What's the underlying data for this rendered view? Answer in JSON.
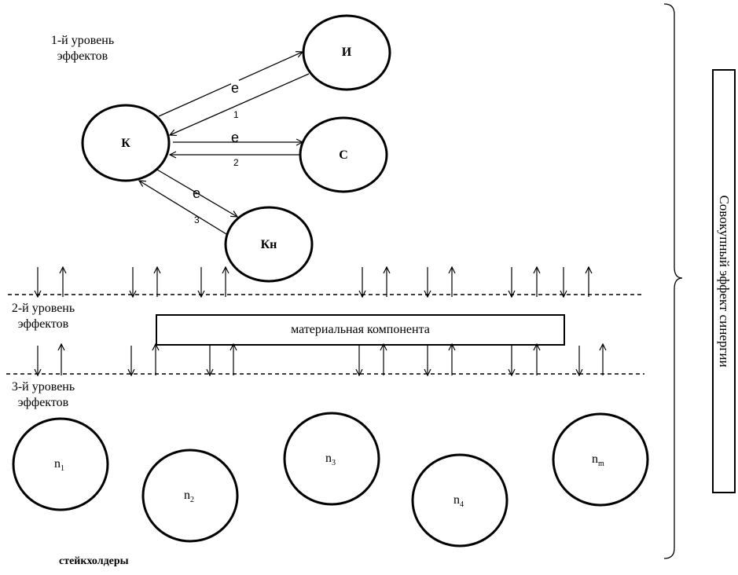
{
  "levels": {
    "level1": [
      "1-й уровень",
      "эффектов"
    ],
    "level2": [
      "2-й уровень",
      "эффектов"
    ],
    "level3": [
      "3-й уровень",
      "эффектов"
    ]
  },
  "nodes": {
    "k": "К",
    "i": "И",
    "s": "С",
    "kn": "Кн"
  },
  "edges": [
    {
      "letter": "e",
      "index": "1"
    },
    {
      "letter": "e",
      "index": "2"
    },
    {
      "letter": "e",
      "index": "3"
    }
  ],
  "material_component": "материальная компонента",
  "stakeholders": [
    {
      "base": "n",
      "sub": "1"
    },
    {
      "base": "n",
      "sub": "2"
    },
    {
      "base": "n",
      "sub": "3"
    },
    {
      "base": "n",
      "sub": "4"
    },
    {
      "base": "n",
      "sub": "m"
    }
  ],
  "stakeholders_label": "стейкхолдеры",
  "total_effect": "Совокупный эффект синергии"
}
